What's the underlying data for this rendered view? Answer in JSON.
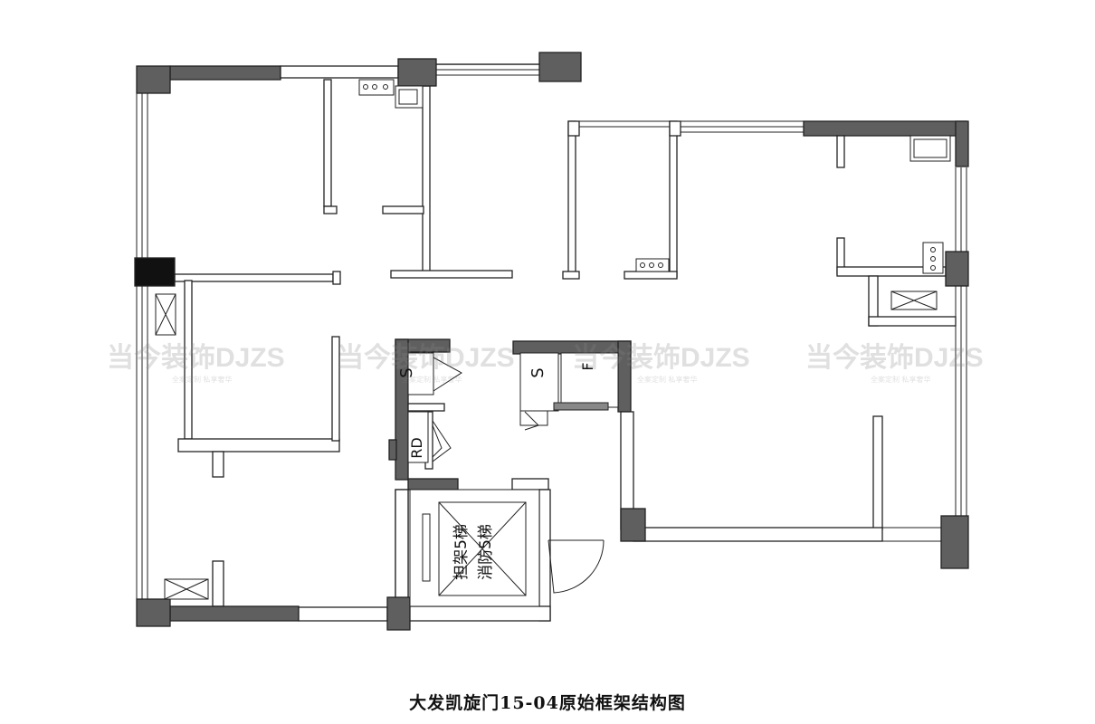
{
  "caption": "大发凯旋门15-04原始框架结构图",
  "room_labels": {
    "toilet_a": "S",
    "toilet_b": "S",
    "shaft_rd": "RD",
    "shaft_f": "F"
  },
  "elevator": {
    "line1": "担架5梯",
    "line2": "消防5梯"
  },
  "watermark": {
    "brand": "当今装饰DJZS",
    "tagline": "全案定制 私享奢华"
  },
  "colors": {
    "wall": "#ffffff",
    "column": "#5f5f5f",
    "column_dark": "#111111",
    "line": "#222222"
  }
}
